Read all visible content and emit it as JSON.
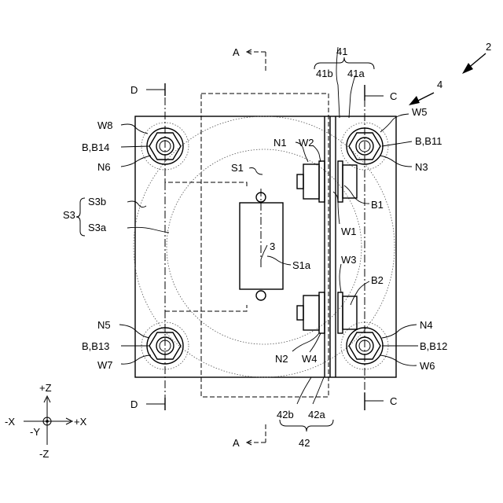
{
  "labels": {
    "fig_ref": "2",
    "ref_4": "4",
    "ref_41": "41",
    "ref_41b": "41b",
    "ref_41a": "41a",
    "ref_42": "42",
    "ref_42b": "42b",
    "ref_42a": "42a",
    "sec_A_top": "A",
    "sec_A_bot": "A",
    "sec_C_top": "C",
    "sec_C_bot": "C",
    "sec_D_top": "D",
    "sec_D_bot": "D",
    "W8": "W8",
    "B14": "B,B14",
    "N6": "N6",
    "W5": "W5",
    "B11": "B,B11",
    "N3": "N3",
    "N5": "N5",
    "B13": "B,B13",
    "W7": "W7",
    "N4": "N4",
    "B12": "B,B12",
    "W6": "W6",
    "S1": "S1",
    "S3": "S3",
    "S3b": "S3b",
    "S3a": "S3a",
    "ref_3": "3",
    "S1a": "S1a",
    "N1": "N1",
    "W2": "W2",
    "B1": "B1",
    "W1": "W1",
    "W3": "W3",
    "B2": "B2",
    "N2": "N2",
    "W4": "W4"
  },
  "axes": {
    "plus_z": "+Z",
    "minus_z": "-Z",
    "plus_x": "+X",
    "minus_x": "-X",
    "minus_y": "-Y"
  }
}
